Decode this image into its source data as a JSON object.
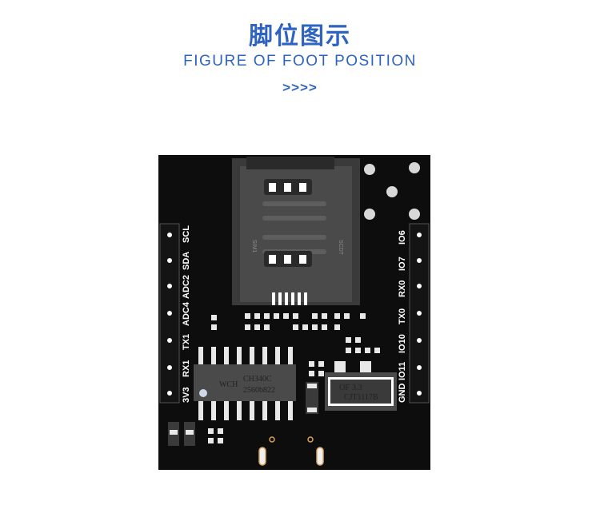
{
  "header": {
    "title_cn": "脚位图示",
    "title_en": "FIGURE OF FOOT POSITION",
    "arrows": ">>>>"
  },
  "board": {
    "left_pins": [
      "SCL",
      "SDA",
      "ADC2",
      "ADC4",
      "TX1",
      "RX1",
      "3V3"
    ],
    "right_pins": [
      "IO6",
      "IO7",
      "RX0",
      "TX0",
      "IO10",
      "IO11",
      "GND"
    ],
    "sim_labels": [
      "SIM1",
      "SCDT"
    ],
    "chip_main": [
      "WCH",
      "CH340C",
      "2560b822"
    ],
    "chip_regulator": [
      "3.3",
      "OF",
      "CJT1117B"
    ],
    "colors": {
      "pcb": "#0d0d0d",
      "accent": "#2f63c2",
      "pad": "#e8e8e8",
      "gold": "#d9a25a"
    }
  }
}
